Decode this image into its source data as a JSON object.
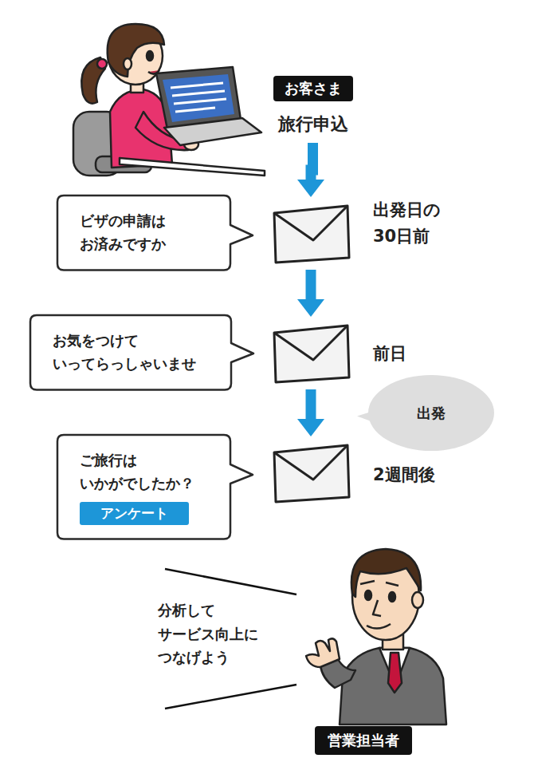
{
  "diagram": {
    "nodes": [
      {
        "text": [
          "お客さま",
          "旅行申込"
        ]
      },
      {
        "text": [
          "ビザの申請は お済みですか"
        ]
      },
      {
        "text": [
          "出発日の 30日前"
        ]
      },
      {
        "text": [
          "お気をつけて いってらっしゃいませ"
        ]
      },
      {
        "text": [
          "前日"
        ]
      },
      {
        "text": [
          "出発"
        ]
      },
      {
        "text": [
          "ご旅行は いかがでしたか？"
        ]
      },
      {
        "text": [
          "アンケート"
        ],
        "in": 6
      },
      {
        "text": [
          "2週間後"
        ]
      },
      {
        "text": [
          "営業担当者"
        ]
      }
    ],
    "edges": [
      {
        "from": 0,
        "to": 2,
        "arrow": "to"
      },
      {
        "from": 2,
        "to": 4,
        "arrow": "to"
      },
      {
        "from": 4,
        "to": 8,
        "arrow": "to"
      }
    ],
    "labels": [
      "分析して サービス向上に つなげよう"
    ]
  }
}
